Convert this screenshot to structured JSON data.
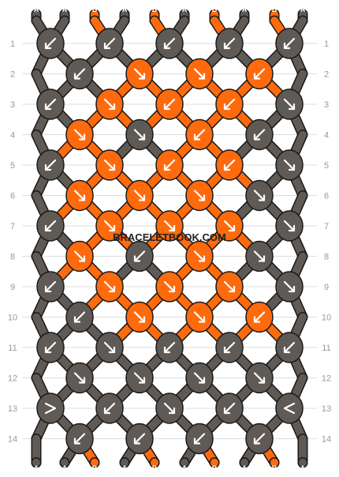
{
  "watermark": "BRACELETBOOK.COM",
  "colors": {
    "A": "#5f5a55",
    "B": "#ff6a0d",
    "outline": "#1a1a1a",
    "row_line": "#dddddd"
  },
  "row_numbers": [
    "1",
    "2",
    "3",
    "4",
    "5",
    "6",
    "7",
    "8",
    "9",
    "10",
    "11",
    "12",
    "13",
    "14"
  ],
  "strands_top": [
    "A",
    "A",
    "B",
    "A",
    "B",
    "A",
    "B",
    "A",
    "B",
    "A"
  ],
  "strands_bottom": [
    "A",
    "A",
    "B",
    "A",
    "B",
    "A",
    "B",
    "A",
    "B",
    "A"
  ],
  "knot_rows": [
    [
      "A:bl",
      "A:bl",
      "A:bl",
      "A:bl",
      "A:bl"
    ],
    [
      "A:bl",
      "B:br",
      "B:br",
      "B:bl"
    ],
    [
      "A:bl",
      "B:br",
      "B:bl",
      "B:bl",
      "A:br"
    ],
    [
      "B:br",
      "A:br",
      "B:bl",
      "A:bl"
    ],
    [
      "A:bl",
      "B:br",
      "B:bl",
      "B:bl",
      "A:br"
    ],
    [
      "B:br",
      "B:br",
      "B:br",
      "A:br"
    ],
    [
      "A:bl",
      "B:br",
      "B:br",
      "B:br",
      "A:br"
    ],
    [
      "B:br",
      "A:bl",
      "B:br",
      "A:br"
    ],
    [
      "A:bl",
      "B:br",
      "B:br",
      "B:br",
      "A:br"
    ],
    [
      "A:bl",
      "B:br",
      "B:br",
      "B:bl"
    ],
    [
      "A:bl",
      "A:br",
      "A:bl",
      "A:bl",
      "A:bl"
    ],
    [
      "A:br",
      "A:br",
      "A:br",
      "A:br"
    ],
    [
      "A:lr",
      "A:bl",
      "A:br",
      "A:bl",
      "A:rl"
    ],
    [
      "A:bl",
      "A:bl",
      "A:bl",
      "A:bl"
    ]
  ]
}
